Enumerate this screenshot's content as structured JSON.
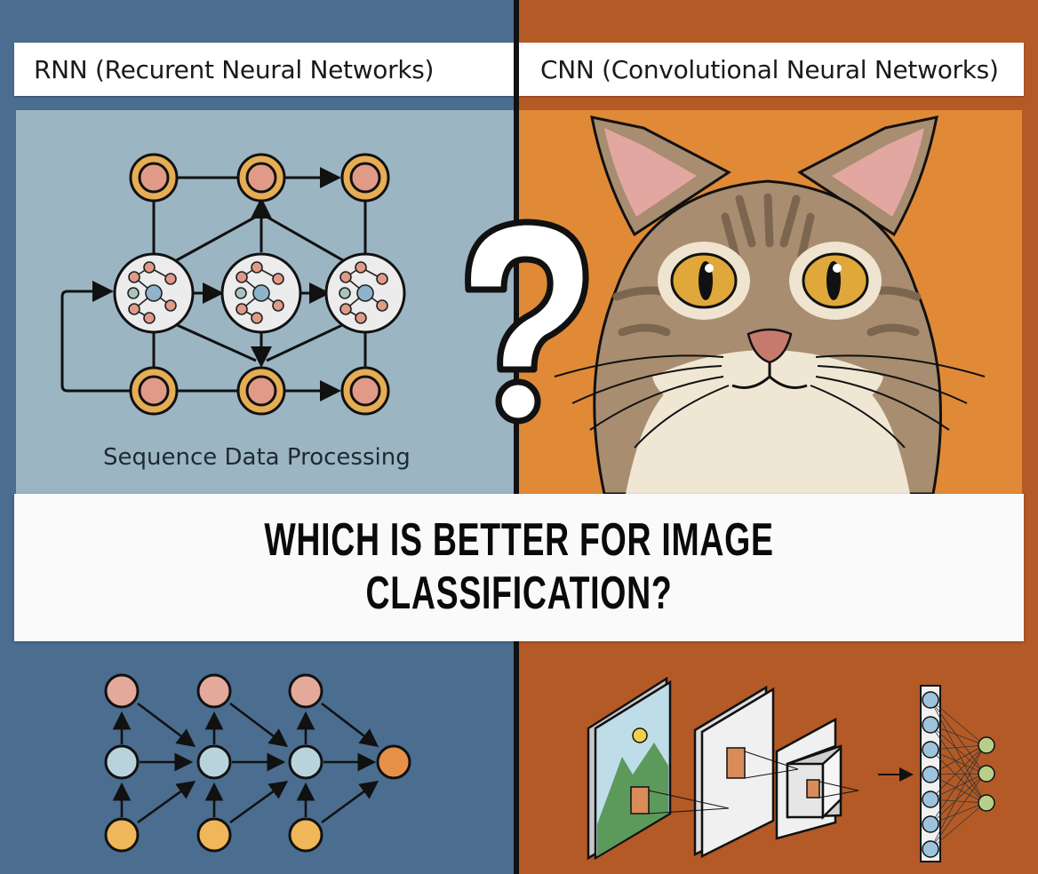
{
  "left": {
    "title": "RNN (Recurent Neural Networks)",
    "caption": "Sequence Data Processing",
    "bg_color": "#4a6d90",
    "panel_color": "#9bb5c3"
  },
  "right": {
    "title": "CNN (Convolutional Neural Networks)",
    "bg_color": "#b45a26",
    "panel_color": "#e08a37"
  },
  "banner": {
    "line1": "WHICH IS BETTER FOR IMAGE",
    "line2": "CLASSIFICATION?"
  },
  "icons": {
    "center": "question-mark-icon",
    "rnn_top": "rnn-unrolled-diagram",
    "cnn_top": "cat-illustration",
    "rnn_bottom": "rnn-sequence-graph",
    "cnn_bottom": "cnn-pipeline-diagram"
  }
}
